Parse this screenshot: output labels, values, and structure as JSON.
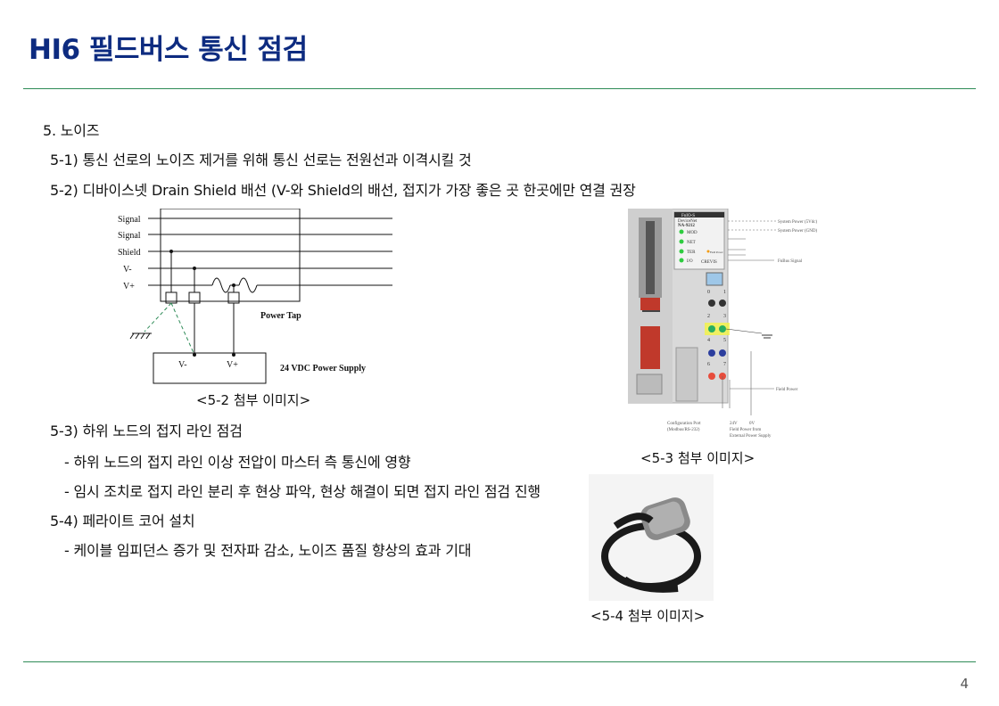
{
  "title": "HI6 필드버스 통신 점검",
  "heading": "5. 노이즈",
  "items": [
    "5-1) 통신 선로의 노이즈 제거를 위해 통신 선로는 전원선과 이격시킬 것",
    "5-2) 디바이스넷 Drain Shield 배선 (V-와 Shield의 배선, 접지가 가장 좋은 곳 한곳에만 연결 권장",
    "5-3) 하위 노드의 접지 라인 점검",
    "- 하위 노드의 접지 라인 이상 전압이 마스터 측 통신에 영향",
    "- 임시 조치로 접지 라인 분리 후 현상 파악, 현상 해결이 되면 접지 라인 점검 진행",
    "5-4) 페라이트 코어 설치",
    "- 케이블 임피던스 증가 및 전자파 감소, 노이즈 품질 향상의 효과 기대"
  ],
  "captions": {
    "c52": "<5-2 첨부 이미지>",
    "c53": "<5-3 첨부 이미지>",
    "c54": "<5-4 첨부 이미지>"
  },
  "wiring": {
    "signal1": "Signal",
    "signal2": "Signal",
    "shield": "Shield",
    "vminus": "V-",
    "vplus": "V+",
    "power_tap": "Power Tap",
    "ps_vminus": "V-",
    "ps_vplus": "V+",
    "power_supply": "24 VDC Power Supply"
  },
  "module": {
    "header1": "FnIO-S",
    "header2": "DeviceNet",
    "model": "NA-9212",
    "led_mod": "MOD",
    "led_net": "NET",
    "led_ter": "TER",
    "led_io": "I/O",
    "field_power": "Field Power",
    "brand": "CREVIS",
    "sys_power_5v": "System Power (5Vdc)",
    "sys_power_gnd": "System Power (GND)",
    "fnbus": "FnBus Signal",
    "field_power_label": "Field Power",
    "config_port1": "Configuration Port",
    "config_port2": "(Modbus/RS-232)",
    "v24": "24V",
    "v0": "0V",
    "ext1": "Field Power from",
    "ext2": "External Power Supply",
    "t0": "0",
    "t1": "1",
    "t2": "2",
    "t3": "3",
    "t4": "4",
    "t5": "5",
    "t6": "6",
    "t7": "7"
  },
  "page_number": "4"
}
